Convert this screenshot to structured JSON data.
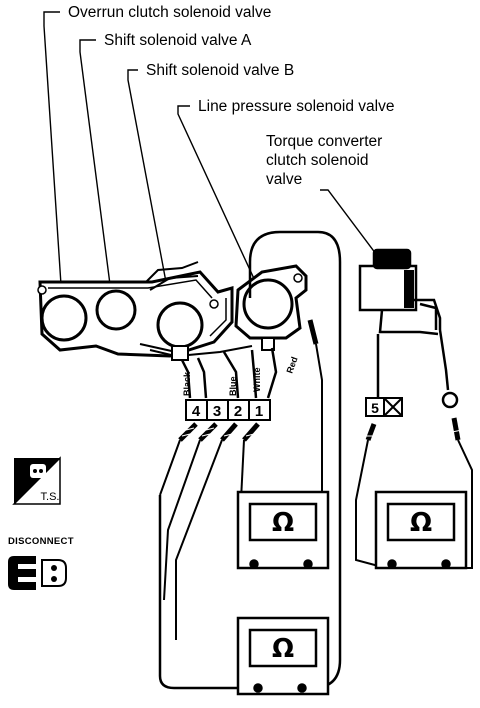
{
  "labels": {
    "overrun": "Overrun clutch solenoid valve",
    "shift_a": "Shift solenoid valve A",
    "shift_b": "Shift solenoid valve B",
    "line_pressure": "Line pressure solenoid valve",
    "torque_converter_lines": [
      "Torque converter",
      "clutch solenoid",
      "valve"
    ]
  },
  "wires": {
    "black": "Black",
    "blue": "Blue",
    "white": "White",
    "red": "Red"
  },
  "terminals": {
    "t4": "4",
    "t3": "3",
    "t2": "2",
    "t1": "1",
    "t5": "5"
  },
  "meter_symbol": "Ω",
  "icons": {
    "ts": "T.S.",
    "disconnect": "DISCONNECT"
  }
}
